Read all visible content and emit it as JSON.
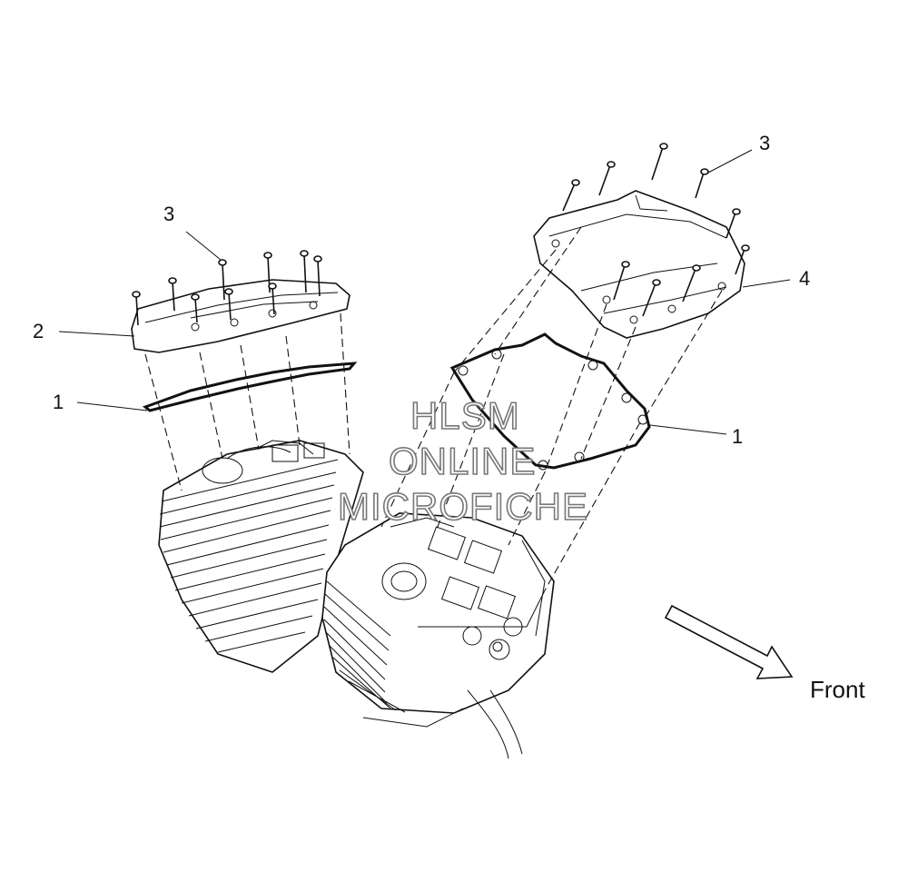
{
  "callouts": {
    "left_cover_bolts": "3",
    "left_cover": "2",
    "left_gasket": "1",
    "right_cover_bolts": "3",
    "right_cover": "4",
    "right_gasket": "1"
  },
  "direction": {
    "label": "Front"
  },
  "watermark": {
    "line1": "HLSM",
    "line2": "ONLINE",
    "line3": "MICROFICHE"
  }
}
